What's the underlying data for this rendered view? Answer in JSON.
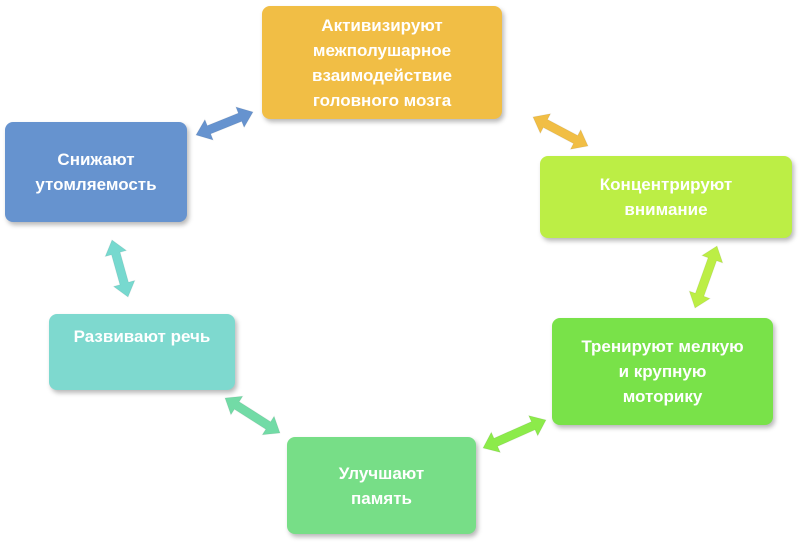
{
  "nodes": {
    "top": "Активизируют\nмежполушарное\nвзаимодействие\nголовного мозга",
    "left": "Снижают\nутомляемость",
    "right": "Концентрируют\nвнимание",
    "left_middle": "Развивают речь",
    "right_middle": "Тренируют мелкую\nи крупную\nмоторику",
    "bottom": "Улучшают\nпамять"
  },
  "colors": {
    "top": "#F1BE45",
    "left": "#6693CF",
    "right": "#BCEE45",
    "left_middle": "#7ED9CF",
    "right_middle": "#79E249",
    "bottom": "#77DE87",
    "arrow_top_left": "#6693CF",
    "arrow_top_right": "#F1BE45",
    "arrow_right": "#BCEE45",
    "arrow_right_bottom": "#8CEB4A",
    "arrow_bottom_left": "#72DBA6",
    "arrow_left": "#77D9CF"
  },
  "connections": [
    [
      "top",
      "left"
    ],
    [
      "top",
      "right"
    ],
    [
      "right",
      "right_middle"
    ],
    [
      "right_middle",
      "bottom"
    ],
    [
      "bottom",
      "left_middle"
    ],
    [
      "left_middle",
      "left"
    ]
  ]
}
